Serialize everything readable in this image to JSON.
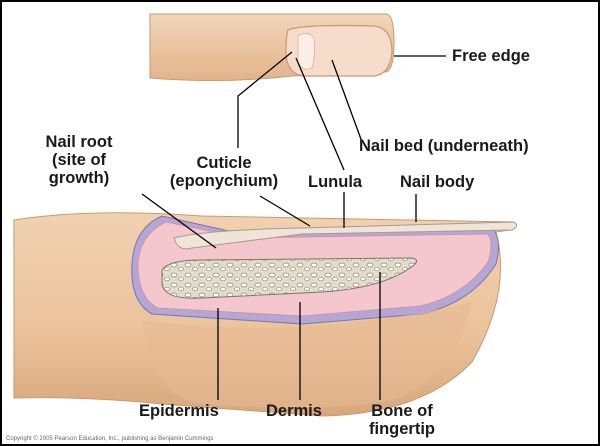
{
  "labels": {
    "free_edge": "Free edge",
    "nail_root": [
      "Nail root",
      "(site of",
      "growth)"
    ],
    "cuticle": [
      "Cuticle",
      "(eponychium)"
    ],
    "lunula": "Lunula",
    "nail_bed": "Nail bed (underneath)",
    "nail_body": "Nail body",
    "epidermis": "Epidermis",
    "dermis": "Dermis",
    "bone": [
      "Bone of",
      "fingertip"
    ]
  },
  "copyright": "Copyright © 2005 Pearson Education, Inc., publishing as Benjamin Cummings",
  "colors": {
    "skin": "#ecc6a2",
    "skin_shadow": "#d9a97f",
    "dermis": "#f4c7cf",
    "epidermis_edge": "#b3a7d6",
    "bone": "#ddd3bd",
    "leader": "#000000"
  }
}
